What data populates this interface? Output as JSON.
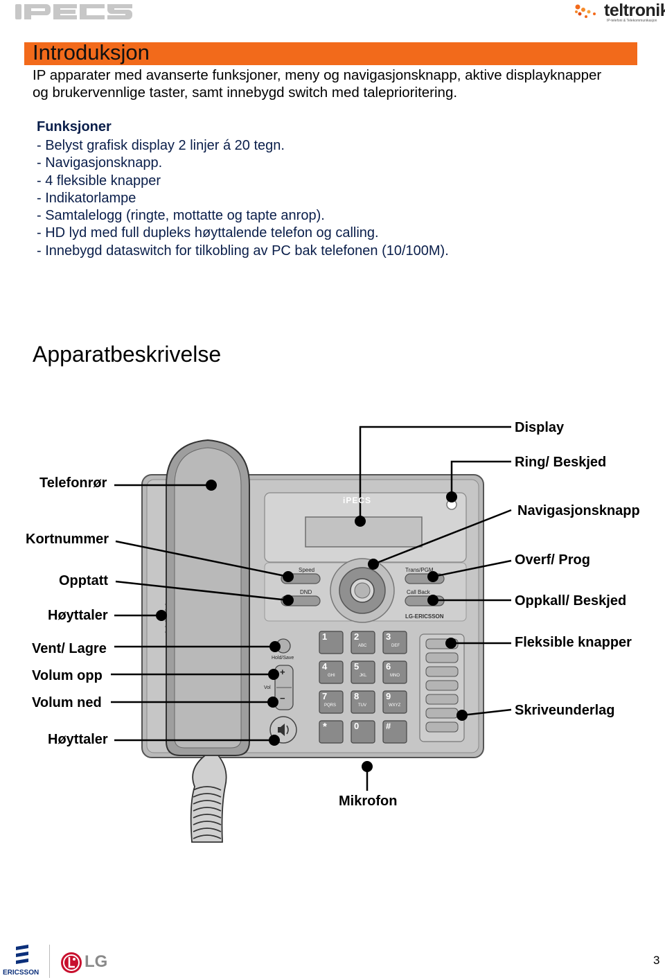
{
  "header": {
    "brand_left": "iPECS",
    "brand_right": "teltronik",
    "brand_right_tagline": "IP-telefoni & Telekommunikasjon"
  },
  "intro": {
    "title": "Introduksjon",
    "text_line1": "IP apparater med avanserte funksjoner, meny og navigasjonsknapp, aktive displayknapper",
    "text_line2": "og brukervennlige taster, samt innebygd switch med taleprioritering."
  },
  "functions": {
    "title": "Funksjoner",
    "items": [
      "- Belyst grafisk display 2 linjer á 20 tegn.",
      "- Navigasjonsknapp.",
      "- 4 fleksible knapper",
      "- Indikatorlampe",
      "- Samtalelogg (ringte, mottatte og tapte anrop).",
      "- HD lyd med full dupleks høyttalende telefon og calling.",
      "- Innebygd dataswitch for tilkobling av PC bak telefonen (10/100M)."
    ]
  },
  "description": {
    "title": "Apparatbeskrivelse",
    "labels_left": {
      "handset": "Telefonrør",
      "speed_dial": "Kortnummer",
      "dnd": "Opptatt",
      "speaker_side": "Høyttaler",
      "hold_save": "Vent/ Lagre",
      "vol_up": "Volum opp",
      "vol_down": "Volum ned",
      "speaker": "Høyttaler"
    },
    "labels_right": {
      "display": "Display",
      "ring_msg": "Ring/ Beskjed",
      "nav": "Navigasjonsknapp",
      "trans": "Overf/ Prog",
      "callback": "Oppkall/ Beskjed",
      "flex": "Fleksible knapper",
      "writing_pad": "Skriveunderlag"
    },
    "label_bottom": {
      "mic": "Mikrofon"
    }
  },
  "phone": {
    "brand": "iPECS",
    "speed": "Speed",
    "dnd": "DND",
    "trans": "Trans/PGM",
    "callback": "Call Back",
    "maker": "LG-ERICSSON",
    "hold": "Hold/Save",
    "vol": "Vol",
    "plus": "+",
    "minus": "−",
    "keys": [
      {
        "d": "1",
        "l": ""
      },
      {
        "d": "2",
        "l": "ABC"
      },
      {
        "d": "3",
        "l": "DEF"
      },
      {
        "d": "4",
        "l": "GHI"
      },
      {
        "d": "5",
        "l": "JKL"
      },
      {
        "d": "6",
        "l": "MNO"
      },
      {
        "d": "7",
        "l": "PQRS"
      },
      {
        "d": "8",
        "l": "TUV"
      },
      {
        "d": "9",
        "l": "WXYZ"
      },
      {
        "d": "*",
        "l": ""
      },
      {
        "d": "0",
        "l": ""
      },
      {
        "d": "#",
        "l": ""
      }
    ]
  },
  "footer": {
    "left_brand": "ERICSSON",
    "mid_brand": "LG",
    "page": "3"
  },
  "colors": {
    "accent_bar": "#f26a1b",
    "func_text": "#0a1e4a"
  }
}
